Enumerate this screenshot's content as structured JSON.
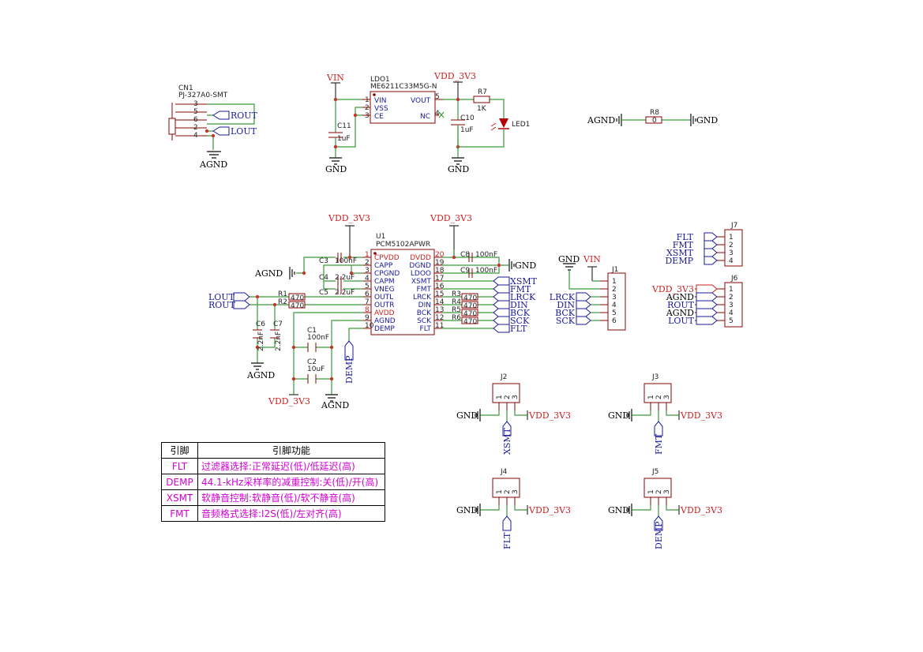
{
  "cn1": {
    "ref": "CN1",
    "part": "PJ-327A0-SMT",
    "pins": [
      "3",
      "5",
      "6",
      "2",
      "4"
    ],
    "nets": [
      "ROUT",
      "LOUT"
    ],
    "gnd": "AGND"
  },
  "ldo": {
    "ref": "LDO1",
    "part": "ME6211C33M5G-N",
    "pins": {
      "vin": "VIN",
      "vss": "VSS",
      "ce": "CE",
      "vout": "VOUT",
      "nc": "NC"
    },
    "nums": {
      "vin": "1",
      "vss": "2",
      "ce": "3",
      "vout": "5",
      "nc": "4"
    },
    "vin_label": "VIN",
    "vout_label": "VDD_3V3",
    "gnd": "GND",
    "c11": {
      "ref": "C11",
      "val": "1uF"
    },
    "c10": {
      "ref": "C10",
      "val": "1uF"
    },
    "r7": {
      "ref": "R7",
      "val": "1K"
    },
    "led": "LED1"
  },
  "r8": {
    "ref": "R8",
    "val": "0",
    "left": "AGND",
    "right": "GND"
  },
  "u1": {
    "ref": "U1",
    "part": "PCM5102APWR",
    "left_pins": [
      {
        "n": "1",
        "name": "CPVDD"
      },
      {
        "n": "2",
        "name": "CAPP"
      },
      {
        "n": "3",
        "name": "CPGND"
      },
      {
        "n": "4",
        "name": "CAPM"
      },
      {
        "n": "5",
        "name": "VNEG"
      },
      {
        "n": "6",
        "name": "OUTL"
      },
      {
        "n": "7",
        "name": "OUTR"
      },
      {
        "n": "8",
        "name": "AVDD"
      },
      {
        "n": "9",
        "name": "AGND"
      },
      {
        "n": "10",
        "name": "DEMP"
      }
    ],
    "right_pins": [
      {
        "n": "20",
        "name": "DVDD"
      },
      {
        "n": "19",
        "name": "DGND"
      },
      {
        "n": "18",
        "name": "LDOO"
      },
      {
        "n": "17",
        "name": "XSMT"
      },
      {
        "n": "16",
        "name": "FMT"
      },
      {
        "n": "15",
        "name": "LRCK"
      },
      {
        "n": "14",
        "name": "DIN"
      },
      {
        "n": "13",
        "name": "BCK"
      },
      {
        "n": "12",
        "name": "SCK"
      },
      {
        "n": "11",
        "name": "FLT"
      }
    ],
    "vdd_left": "VDD_3V3",
    "vdd_right": "VDD_3V3",
    "agnd_left": "AGND",
    "gnd_right": "GND",
    "caps": {
      "c3": {
        "ref": "C3",
        "val": "100nF"
      },
      "c4": {
        "ref": "C4",
        "val": "2.2uF"
      },
      "c5": {
        "ref": "C5",
        "val": "2.2uF"
      },
      "c8": {
        "ref": "C8",
        "val": "100nF"
      },
      "c9": {
        "ref": "C9",
        "val": "100nF"
      },
      "c1": {
        "ref": "C1",
        "val": "100nF"
      },
      "c2": {
        "ref": "C2",
        "val": "10uF"
      },
      "c6": {
        "ref": "C6",
        "val": "2.2nF"
      },
      "c7": {
        "ref": "C7",
        "val": "2.2nF"
      }
    },
    "res": {
      "r1": {
        "ref": "R1",
        "val": "470"
      },
      "r2": {
        "ref": "R2",
        "val": "470"
      },
      "r3": {
        "ref": "R3",
        "val": "470"
      },
      "r4": {
        "ref": "R4",
        "val": "470"
      },
      "r5": {
        "ref": "R5",
        "val": "470"
      },
      "r6": {
        "ref": "R6",
        "val": "470"
      }
    },
    "out_nets": [
      "LOUT",
      "ROUT"
    ],
    "right_nets": [
      "XSMT",
      "FMT",
      "LRCK",
      "DIN",
      "BCK",
      "SCK",
      "FLT"
    ],
    "demp_net": "DEMP",
    "bottom_vdd": "VDD_3V3",
    "bottom_gnd": "AGND",
    "bottom_agnd_left": "AGND"
  },
  "j1": {
    "ref": "J1",
    "top": [
      "GND",
      "VIN"
    ],
    "nets": [
      "LRCK",
      "DIN",
      "BCK",
      "SCK"
    ],
    "pins": [
      "1",
      "2",
      "3",
      "4",
      "5",
      "6"
    ]
  },
  "j7": {
    "ref": "J7",
    "nets": [
      "FLT",
      "FMT",
      "XSMT",
      "DEMP"
    ],
    "pins": [
      "1",
      "2",
      "3",
      "4"
    ]
  },
  "j6": {
    "ref": "J6",
    "nets": [
      "VDD_3V3",
      "AGND",
      "ROUT",
      "AGND",
      "LOUT"
    ],
    "pins": [
      "1",
      "2",
      "3",
      "4",
      "5"
    ]
  },
  "jumpers": [
    {
      "ref": "J2",
      "net": "XSMT",
      "gnd": "GND",
      "vdd": "VDD_3V3"
    },
    {
      "ref": "J3",
      "net": "FMT",
      "gnd": "GND",
      "vdd": "VDD_3V3"
    },
    {
      "ref": "J4",
      "net": "FLT",
      "gnd": "GND",
      "vdd": "VDD_3V3"
    },
    {
      "ref": "J5",
      "net": "DEMP",
      "gnd": "GND",
      "vdd": "VDD_3V3"
    }
  ],
  "jumper_pins": [
    "1",
    "2",
    "3"
  ],
  "legend": {
    "head": [
      "引脚",
      "引脚功能"
    ],
    "rows": [
      [
        "FLT",
        "过滤器选择:正常延迟(低)/低延迟(高)"
      ],
      [
        "DEMP",
        "44.1-kHz采样率的减重控制:关(低)/开(高)"
      ],
      [
        "XSMT",
        "软静音控制:软静音(低)/软不静音(高)"
      ],
      [
        "FMT",
        "音频格式选择:I2S(低)/左对齐(高)"
      ]
    ]
  },
  "colors": {
    "wire": "#3a9a3a",
    "body": "#8b0000",
    "net": "#1a1a9a",
    "power": "#cc2222",
    "legend": "#d400d4"
  }
}
